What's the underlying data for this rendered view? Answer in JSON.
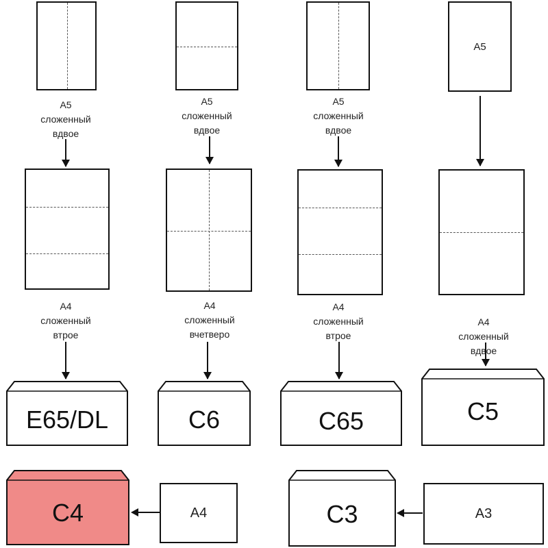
{
  "columns": [
    {
      "source_caption": [
        "A5",
        "сложенный",
        "вдвое"
      ],
      "middle_caption": [
        "A4",
        "сложенный",
        "втрое"
      ],
      "envelope": "E65/DL"
    },
    {
      "source_caption": [
        "A5",
        "сложенный",
        "вдвое"
      ],
      "middle_caption": [
        "A4",
        "сложенный",
        "вчетверо"
      ],
      "envelope": "C6"
    },
    {
      "source_caption": [
        "A5",
        "сложенный",
        "вдвое"
      ],
      "middle_caption": [
        "A4",
        "сложенный",
        "втрое"
      ],
      "envelope": "C65"
    },
    {
      "source_sheet_label": "A5",
      "middle_caption": [
        "A4",
        "сложенный",
        "вдвое"
      ],
      "envelope": "C5"
    }
  ],
  "bottom_row": [
    {
      "envelope": "C4",
      "sheet": "A4",
      "envelope_fill": "#f08a88"
    },
    {
      "envelope": "C3",
      "sheet": "A3"
    }
  ]
}
